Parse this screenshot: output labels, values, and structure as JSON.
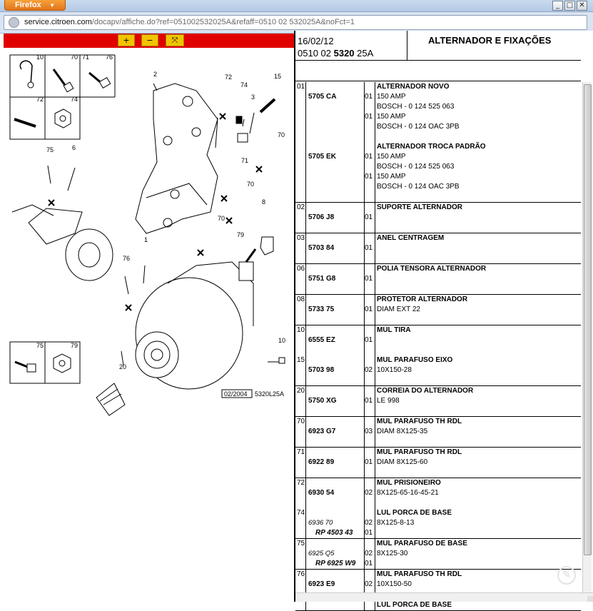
{
  "browser": {
    "menu_label": "Firefox",
    "menu_arrow": "▼",
    "minimize": "_",
    "maximize": "□",
    "close": "✕",
    "url_host": "service.citroen.com",
    "url_path": "/docapv/affiche.do?ref=051002532025A&refaff=0510 02 532025A&noFct=1"
  },
  "toolbar": {
    "zoom_in": "+",
    "zoom_out": "−",
    "zoom_move": "⤧"
  },
  "diagram": {
    "callouts": [
      "10",
      "70",
      "71",
      "76",
      "72",
      "74",
      "2",
      "72",
      "74",
      "3",
      "15",
      "70",
      "75",
      "6",
      "71",
      "70",
      "70",
      "8",
      "79",
      "1",
      "76",
      "10",
      "20",
      "75",
      "79"
    ],
    "caption_date": "02/2004",
    "caption_ref": "5320L25A"
  },
  "sheet": {
    "date": "16/02/12",
    "ref_a": "0510 02 ",
    "ref_b": "5320",
    "ref_c": " 25A",
    "title": "ALTERNADOR E FIXAÇÕES"
  },
  "parts": [
    {
      "lines": [
        {
          "pos": "01",
          "ref": "",
          "qty": "",
          "desc": "ALTERNADOR NOVO",
          "bold": true
        },
        {
          "pos": "",
          "ref": "5705 CA",
          "qty": "01",
          "desc": "150 AMP"
        },
        {
          "pos": "",
          "ref": "",
          "qty": "",
          "desc": "BOSCH - 0 124 525 063"
        },
        {
          "pos": "",
          "ref": "",
          "qty": "01",
          "desc": "150 AMP"
        },
        {
          "pos": "",
          "ref": "",
          "qty": "",
          "desc": "BOSCH - 0 124 OAC 3PB"
        },
        {
          "pos": "",
          "ref": "",
          "qty": "",
          "desc": ""
        },
        {
          "pos": "",
          "ref": "",
          "qty": "",
          "desc": "ALTERNADOR TROCA PADRÃO",
          "bold": true
        },
        {
          "pos": "",
          "ref": "5705 EK",
          "qty": "01",
          "desc": "150 AMP"
        },
        {
          "pos": "",
          "ref": "",
          "qty": "",
          "desc": "BOSCH - 0 124 525 063"
        },
        {
          "pos": "",
          "ref": "",
          "qty": "01",
          "desc": "150 AMP"
        },
        {
          "pos": "",
          "ref": "",
          "qty": "",
          "desc": "BOSCH - 0 124 OAC 3PB"
        },
        {
          "pos": "",
          "ref": "",
          "qty": "",
          "desc": ""
        }
      ]
    },
    {
      "lines": [
        {
          "pos": "02",
          "ref": "",
          "qty": "",
          "desc": "SUPORTE ALTERNADOR",
          "bold": true
        },
        {
          "pos": "",
          "ref": "5706 J8",
          "qty": "01",
          "desc": ""
        },
        {
          "pos": "",
          "ref": "",
          "qty": "",
          "desc": ""
        }
      ]
    },
    {
      "lines": [
        {
          "pos": "03",
          "ref": "",
          "qty": "",
          "desc": "ANEL CENTRAGEM",
          "bold": true
        },
        {
          "pos": "",
          "ref": "5703 84",
          "qty": "01",
          "desc": ""
        },
        {
          "pos": "",
          "ref": "",
          "qty": "",
          "desc": ""
        }
      ]
    },
    {
      "lines": [
        {
          "pos": "06",
          "ref": "",
          "qty": "",
          "desc": "POLIA TENSORA ALTERNADOR",
          "bold": true
        },
        {
          "pos": "",
          "ref": "5751 G8",
          "qty": "01",
          "desc": ""
        },
        {
          "pos": "",
          "ref": "",
          "qty": "",
          "desc": ""
        }
      ]
    },
    {
      "lines": [
        {
          "pos": "08",
          "ref": "",
          "qty": "",
          "desc": "PROTETOR ALTERNADOR",
          "bold": true
        },
        {
          "pos": "",
          "ref": "5733 75",
          "qty": "01",
          "desc": "DIAM EXT 22"
        },
        {
          "pos": "",
          "ref": "",
          "qty": "",
          "desc": ""
        }
      ]
    },
    {
      "lines": [
        {
          "pos": "10",
          "ref": "",
          "qty": "",
          "desc": "MUL TIRA",
          "bold": true
        },
        {
          "pos": "",
          "ref": "6555 EZ",
          "qty": "01",
          "desc": ""
        },
        {
          "pos": "",
          "ref": "",
          "qty": "",
          "desc": ""
        },
        {
          "pos": "15",
          "ref": "",
          "qty": "",
          "desc": "MUL PARAFUSO EIXO",
          "bold": true
        },
        {
          "pos": "",
          "ref": "5703 98",
          "qty": "02",
          "desc": "10X150-28"
        },
        {
          "pos": "",
          "ref": "",
          "qty": "",
          "desc": ""
        }
      ]
    },
    {
      "lines": [
        {
          "pos": "20",
          "ref": "",
          "qty": "",
          "desc": "CORREIA DO ALTERNADOR",
          "bold": true
        },
        {
          "pos": "",
          "ref": "5750 XG",
          "qty": "01",
          "desc": "LE 998"
        },
        {
          "pos": "",
          "ref": "",
          "qty": "",
          "desc": ""
        }
      ]
    },
    {
      "lines": [
        {
          "pos": "70",
          "ref": "",
          "qty": "",
          "desc": "MUL PARAFUSO TH RDL",
          "bold": true
        },
        {
          "pos": "",
          "ref": "6923 G7",
          "qty": "03",
          "desc": "DIAM 8X125-35"
        },
        {
          "pos": "",
          "ref": "",
          "qty": "",
          "desc": ""
        }
      ]
    },
    {
      "lines": [
        {
          "pos": "71",
          "ref": "",
          "qty": "",
          "desc": "MUL PARAFUSO TH RDL",
          "bold": true
        },
        {
          "pos": "",
          "ref": "6922 89",
          "qty": "01",
          "desc": "DIAM 8X125-60"
        },
        {
          "pos": "",
          "ref": "",
          "qty": "",
          "desc": ""
        }
      ]
    },
    {
      "lines": [
        {
          "pos": "72",
          "ref": "",
          "qty": "",
          "desc": "MUL PRISIONEIRO",
          "bold": true
        },
        {
          "pos": "",
          "ref": "6930 54",
          "qty": "02",
          "desc": "8X125-65-16-45-21"
        },
        {
          "pos": "",
          "ref": "",
          "qty": "",
          "desc": ""
        },
        {
          "pos": "74",
          "ref": "",
          "qty": "",
          "desc": "LUL PORCA DE BASE",
          "bold": true
        },
        {
          "pos": "",
          "ref": "6936 70",
          "italic": true,
          "qty": "02",
          "desc": "8X125-8-13"
        },
        {
          "pos": "",
          "ref": "RP 4503 43",
          "rp": true,
          "qty": "01",
          "desc": ""
        }
      ]
    },
    {
      "lines": [
        {
          "pos": "75",
          "ref": "",
          "qty": "",
          "desc": "MUL PARAFUSO DE BASE",
          "bold": true
        },
        {
          "pos": "",
          "ref": "6925 Q5",
          "italic": true,
          "qty": "02",
          "desc": "8X125-30"
        },
        {
          "pos": "",
          "ref": "RP 6925 W9",
          "rp": true,
          "qty": "01",
          "desc": ""
        }
      ]
    },
    {
      "lines": [
        {
          "pos": "76",
          "ref": "",
          "qty": "",
          "desc": "MUL PARAFUSO TH RDL",
          "bold": true
        },
        {
          "pos": "",
          "ref": "6923 E9",
          "qty": "02",
          "desc": "10X150-50"
        },
        {
          "pos": "",
          "ref": "",
          "qty": "",
          "desc": ""
        }
      ]
    },
    {
      "lines": [
        {
          "pos": "",
          "ref": "",
          "qty": "",
          "desc": "LUL PORCA DE BASE",
          "bold": true
        }
      ]
    }
  ]
}
